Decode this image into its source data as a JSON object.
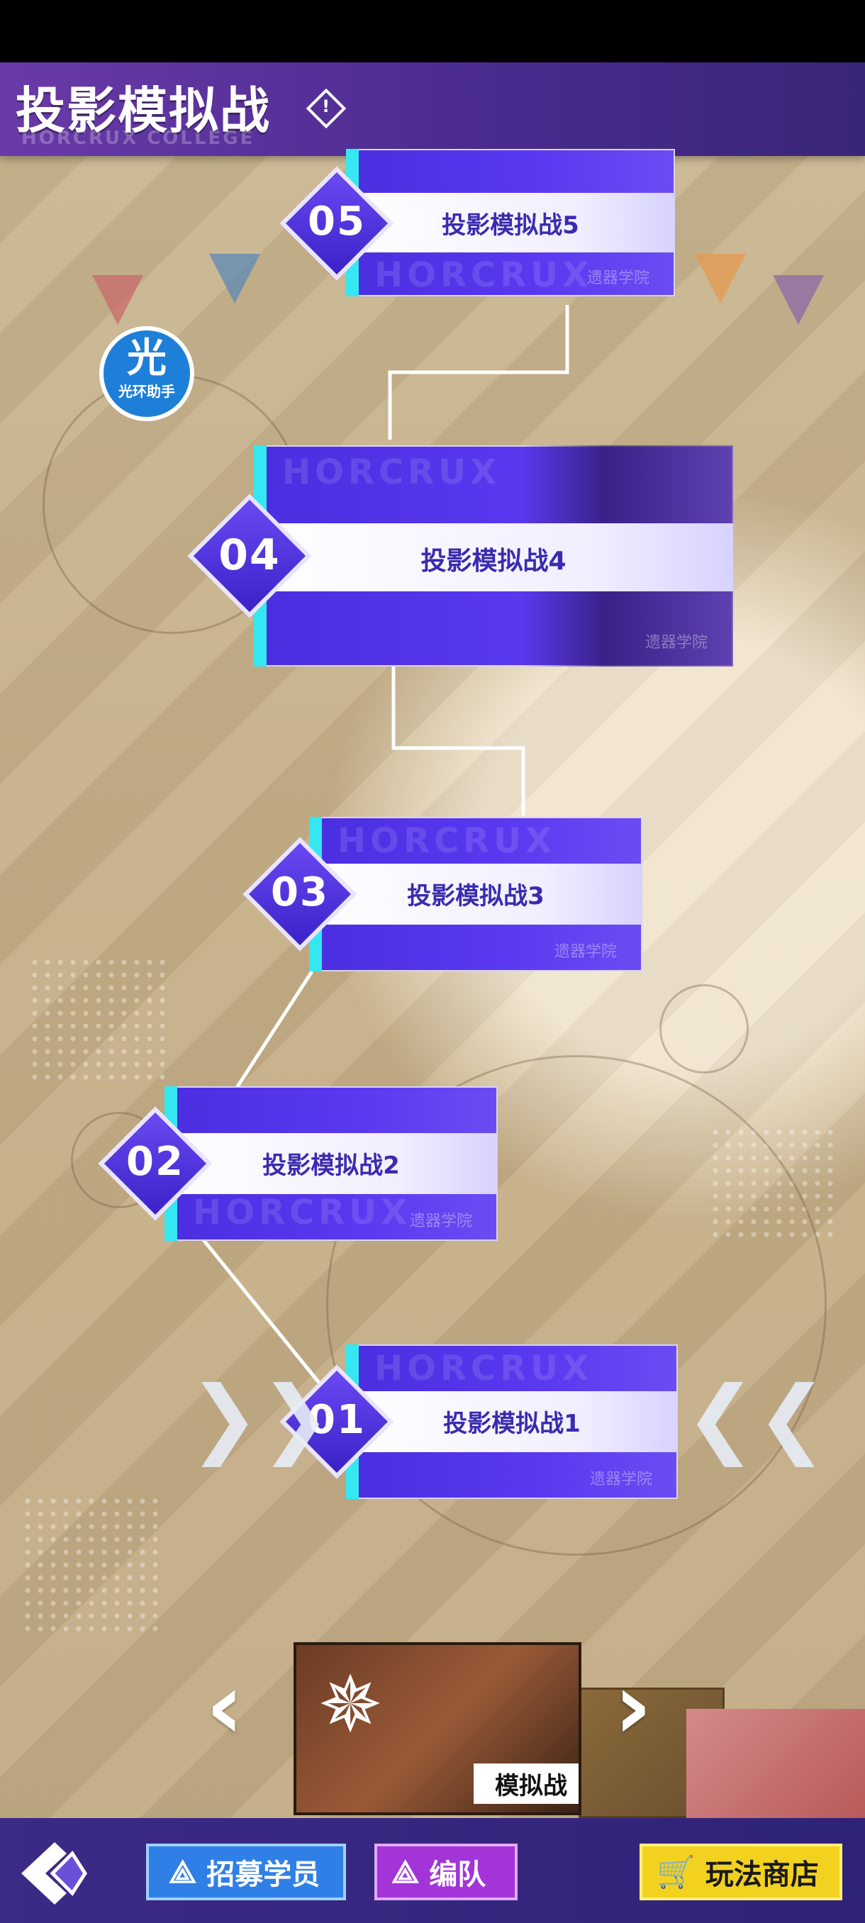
{
  "header": {
    "title": "投影模拟战",
    "subtitle": "HORCRUX COLLEGE",
    "info_glyph": "!"
  },
  "assistant": {
    "glyph": "光",
    "label": "光环助手"
  },
  "stages": [
    {
      "number": "05",
      "name": "投影模拟战5",
      "watermark": "HORCRUX",
      "tag": "遗器学院"
    },
    {
      "number": "04",
      "name": "投影模拟战4",
      "watermark": "HORCRUX",
      "tag": "遗器学院"
    },
    {
      "number": "03",
      "name": "投影模拟战3",
      "watermark": "HORCRUX",
      "tag": "遗器学院"
    },
    {
      "number": "02",
      "name": "投影模拟战2",
      "watermark": "HORCRUX",
      "tag": "遗器学院"
    },
    {
      "number": "01",
      "name": "投影模拟战1",
      "watermark": "HORCRUX",
      "tag": "遗器学院"
    }
  ],
  "selector": {
    "left_arrows": "❯❯",
    "right_arrows": "❮❮"
  },
  "carousel": {
    "prev": "‹",
    "next": "›",
    "mode_label": "模拟战"
  },
  "bottom": {
    "recruit_label": "招募学员",
    "team_label": "编队",
    "shop_label": "玩法商店"
  },
  "colors": {
    "accent": "#5a39f0",
    "cyan_edge": "#35e7f0",
    "header": "#4a2b8f"
  }
}
